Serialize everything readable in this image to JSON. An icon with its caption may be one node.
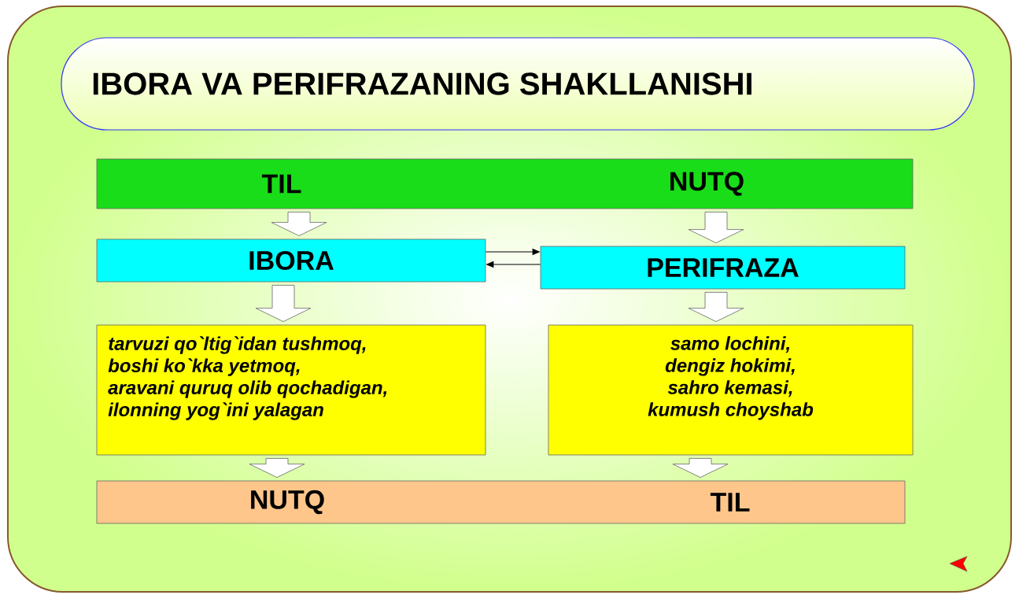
{
  "diagram": {
    "nodes": [
      {
        "text": [
          "IBORA VA PERIFRAZANING SHAKLLANISHI"
        ]
      },
      {
        "text": [
          "TIL",
          "NUTQ"
        ]
      },
      {
        "text": [
          "IBORA"
        ]
      },
      {
        "text": [
          "PERIFRAZA"
        ]
      },
      {
        "text": [
          "tarvuzi qo`ltig`idan tushmoq,",
          "boshi ko`kka yetmoq,",
          "aravani quruq olib qochadigan,",
          "ilonning yog`ini yalagan"
        ]
      },
      {
        "text": [
          "samo lochini,",
          "dengiz hokimi,",
          "sahro kemasi,",
          "kumush choyshab"
        ]
      },
      {
        "text": [
          "NUTQ",
          "TIL"
        ]
      }
    ],
    "edges": [
      {
        "from": 1,
        "to": 2,
        "arrow": "to"
      },
      {
        "from": 1,
        "to": 3,
        "arrow": "to"
      },
      {
        "from": 2,
        "to": 3,
        "arrow": "to"
      },
      {
        "from": 3,
        "to": 2,
        "arrow": "to"
      },
      {
        "from": 2,
        "to": 4,
        "arrow": "to"
      },
      {
        "from": 3,
        "to": 5,
        "arrow": "to"
      },
      {
        "from": 4,
        "to": 6,
        "arrow": "to"
      },
      {
        "from": 5,
        "to": 6,
        "arrow": "to"
      }
    ]
  }
}
